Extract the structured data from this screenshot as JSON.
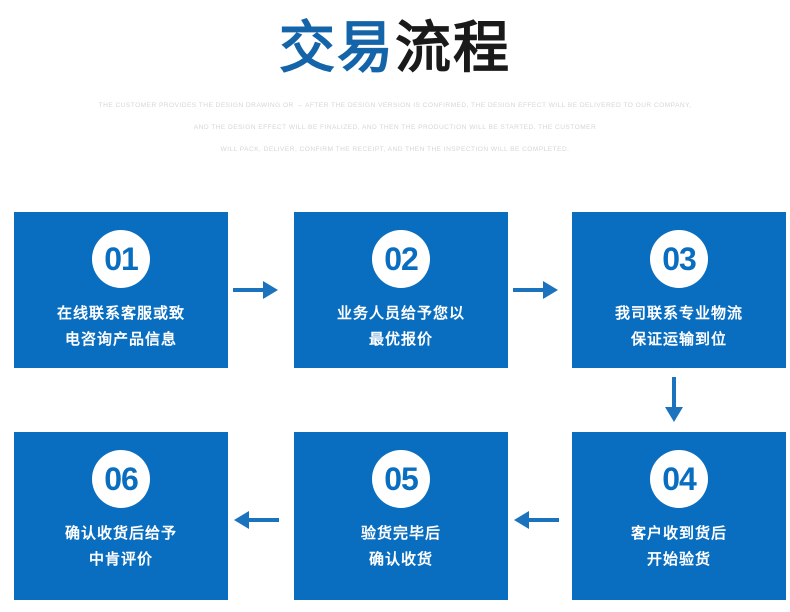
{
  "header": {
    "title_primary": "交易",
    "title_secondary": "流程",
    "subtitle_lines": [
      "THE CUSTOMER PROVIDES THE DESIGN DRAWING OR → AFTER THE DESIGN VERSION IS CONFIRMED, THE DESIGN EFFECT WILL BE DELIVERED TO OUR COMPANY,",
      "AND THE DESIGN EFFECT WILL BE FINALIZED, AND THEN THE PRODUCTION WILL BE STARTED. THE CUSTOMER",
      "WILL PACK, DELIVER, CONFIRM THE RECEIPT, AND THEN THE INSPECTION WILL BE COMPLETED."
    ]
  },
  "colors": {
    "brand_blue": "#0a6ec0",
    "title_blue": "#1464aa",
    "arrow_blue": "#1b72bd",
    "subtitle_grey": "#d6d6d6",
    "badge_bg": "#ffffff"
  },
  "steps": [
    {
      "number": "01",
      "line1": "在线联系客服或致",
      "line2": "电咨询产品信息"
    },
    {
      "number": "02",
      "line1": "业务人员给予您以",
      "line2": "最优报价"
    },
    {
      "number": "03",
      "line1": "我司联系专业物流",
      "line2": "保证运输到位"
    },
    {
      "number": "04",
      "line1": "客户收到货后",
      "line2": "开始验货"
    },
    {
      "number": "05",
      "line1": "验货完毕后",
      "line2": "确认收货"
    },
    {
      "number": "06",
      "line1": "确认收货后给予",
      "line2": "中肯评价"
    }
  ],
  "connectors": [
    {
      "name": "arrow-right-01-to-02",
      "direction": "right"
    },
    {
      "name": "arrow-right-02-to-03",
      "direction": "right"
    },
    {
      "name": "arrow-down-03-to-04",
      "direction": "down"
    },
    {
      "name": "arrow-left-04-to-05",
      "direction": "left"
    },
    {
      "name": "arrow-left-05-to-06",
      "direction": "left"
    }
  ]
}
